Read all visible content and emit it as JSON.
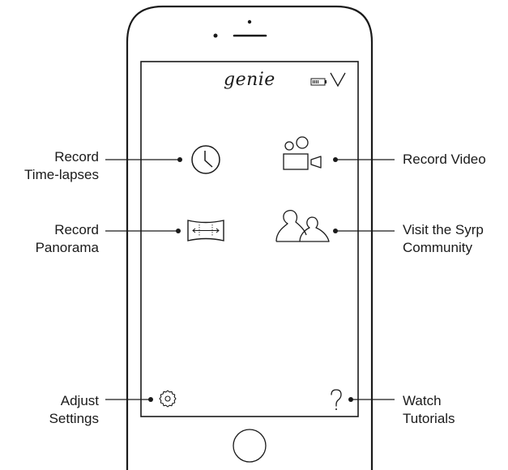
{
  "app": {
    "logo_text": "genie"
  },
  "callouts": {
    "timelapse": {
      "line1": "Record",
      "line2": "Time-lapses"
    },
    "panorama": {
      "line1": "Record",
      "line2": "Panorama"
    },
    "settings": {
      "line1": "Adjust",
      "line2": "Settings"
    },
    "video": {
      "line1": "Record Video"
    },
    "community": {
      "line1": "Visit the Syrp",
      "line2": "Community"
    },
    "tutorials": {
      "line1": "Watch",
      "line2": "Tutorials"
    }
  },
  "icons": {
    "timelapse": "clock-icon",
    "panorama": "panorama-icon",
    "settings": "gear-icon",
    "video": "video-camera-icon",
    "community": "community-icon",
    "tutorials": "question-mark-icon",
    "battery": "battery-icon",
    "signal": "signal-icon",
    "home": "home-button"
  },
  "colors": {
    "stroke": "#1a1a1a",
    "background": "#ffffff"
  }
}
